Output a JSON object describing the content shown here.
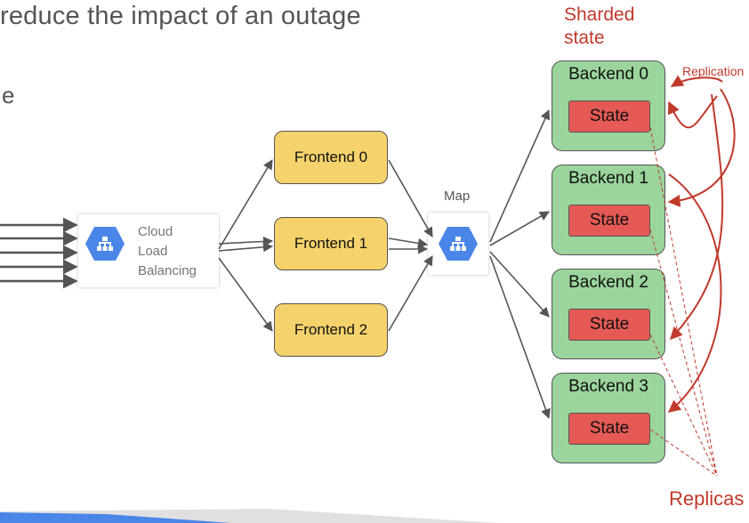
{
  "title": "reduce the impact of an outage",
  "stray_char": "e",
  "load_balancer": {
    "lines": [
      "Cloud",
      "Load",
      "Balancing"
    ]
  },
  "map": {
    "label": "Map"
  },
  "frontends": [
    {
      "label": "Frontend 0"
    },
    {
      "label": "Frontend 1"
    },
    {
      "label": "Frontend 2"
    }
  ],
  "backends": [
    {
      "label": "Backend 0",
      "state": "State"
    },
    {
      "label": "Backend 1",
      "state": "State"
    },
    {
      "label": "Backend 2",
      "state": "State"
    },
    {
      "label": "Backend 3",
      "state": "State"
    }
  ],
  "annotations": {
    "sharded_state": [
      "Sharded",
      "state"
    ],
    "replication": "Replication",
    "replicas": "Replicas"
  },
  "colors": {
    "frontend_fill": "#f5d26c",
    "backend_fill": "#9bd49c",
    "state_fill": "#e55a54",
    "annotation_red": "#c0392b",
    "gcp_blue": "#4a86e8"
  },
  "icons": {
    "load_balancer": "hexagon-network-icon",
    "map": "hexagon-network-icon"
  }
}
